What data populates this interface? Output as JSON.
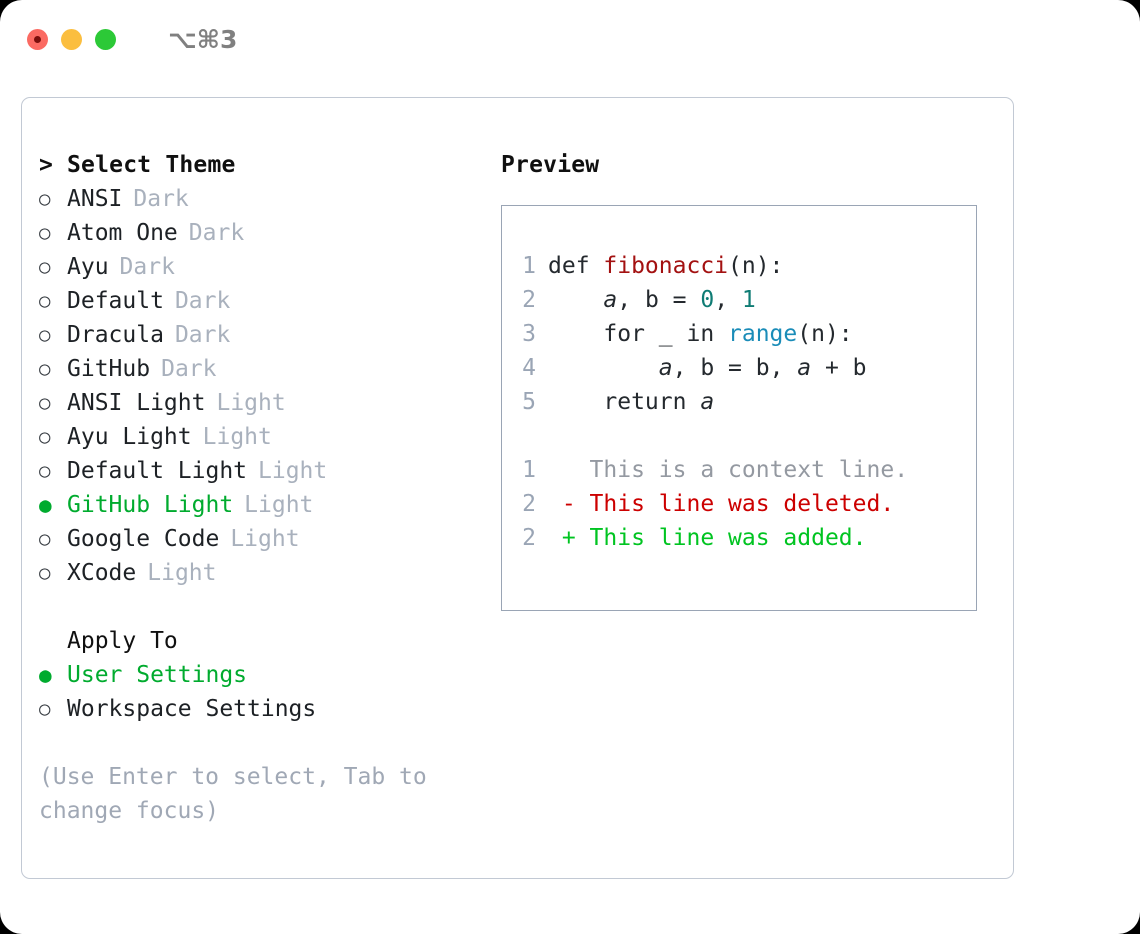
{
  "window": {
    "shortcut": "⌥⌘3",
    "traffic_lights": [
      {
        "name": "close-button",
        "color": "#fb6a62"
      },
      {
        "name": "minimize-button",
        "color": "#fbbe3f"
      },
      {
        "name": "maximize-button",
        "color": "#2cc937"
      }
    ]
  },
  "theme_selector": {
    "heading": "Select Theme",
    "caret": ">",
    "bullet_empty": "○",
    "bullet_filled": "●",
    "items": [
      {
        "label": "ANSI",
        "tag": "Dark",
        "selected": false
      },
      {
        "label": "Atom One",
        "tag": "Dark",
        "selected": false
      },
      {
        "label": "Ayu",
        "tag": "Dark",
        "selected": false
      },
      {
        "label": "Default",
        "tag": "Dark",
        "selected": false
      },
      {
        "label": "Dracula",
        "tag": "Dark",
        "selected": false
      },
      {
        "label": "GitHub",
        "tag": "Dark",
        "selected": false
      },
      {
        "label": "ANSI Light",
        "tag": "Light",
        "selected": false
      },
      {
        "label": "Ayu Light",
        "tag": "Light",
        "selected": false
      },
      {
        "label": "Default Light",
        "tag": "Light",
        "selected": false
      },
      {
        "label": "GitHub Light",
        "tag": "Light",
        "selected": true
      },
      {
        "label": "Google Code",
        "tag": "Light",
        "selected": false
      },
      {
        "label": "XCode",
        "tag": "Light",
        "selected": false
      }
    ]
  },
  "apply_to": {
    "heading": "Apply To",
    "items": [
      {
        "label": "User Settings",
        "selected": true
      },
      {
        "label": "Workspace Settings",
        "selected": false
      }
    ]
  },
  "hint": "(Use Enter to select, Tab to change focus)",
  "preview": {
    "title": "Preview",
    "code_lines": [
      {
        "no": "1",
        "tokens": [
          {
            "t": "def ",
            "c": "plain"
          },
          {
            "t": "fibonacci",
            "c": "fn"
          },
          {
            "t": "(n):",
            "c": "plain"
          }
        ]
      },
      {
        "no": "2",
        "tokens": [
          {
            "t": "    ",
            "c": "plain"
          },
          {
            "t": "a",
            "c": "var"
          },
          {
            "t": ", ",
            "c": "plain"
          },
          {
            "t": "b",
            "c": "plain"
          },
          {
            "t": " = ",
            "c": "plain"
          },
          {
            "t": "0",
            "c": "num"
          },
          {
            "t": ", ",
            "c": "plain"
          },
          {
            "t": "1",
            "c": "num"
          }
        ]
      },
      {
        "no": "3",
        "tokens": [
          {
            "t": "    for _ in ",
            "c": "plain"
          },
          {
            "t": "range",
            "c": "call"
          },
          {
            "t": "(n):",
            "c": "plain"
          }
        ]
      },
      {
        "no": "4",
        "tokens": [
          {
            "t": "        ",
            "c": "plain"
          },
          {
            "t": "a",
            "c": "var"
          },
          {
            "t": ", b = b, ",
            "c": "plain"
          },
          {
            "t": "a",
            "c": "var"
          },
          {
            "t": " + b",
            "c": "plain"
          }
        ]
      },
      {
        "no": "5",
        "tokens": [
          {
            "t": "    return ",
            "c": "plain"
          },
          {
            "t": "a",
            "c": "var"
          }
        ]
      }
    ],
    "diff_lines": [
      {
        "no": "1",
        "marker": " ",
        "text": " This is a context line.",
        "kind": "ctx"
      },
      {
        "no": "2",
        "marker": "-",
        "text": " This line was deleted.",
        "kind": "del"
      },
      {
        "no": "2",
        "marker": "+",
        "text": " This line was added.",
        "kind": "add"
      }
    ]
  },
  "colors": {
    "selected_green": "#00ab2e",
    "tag_gray": "#a9b1bd",
    "hint_gray": "#a0a8b5",
    "code_fg": "#24292e",
    "fn_red": "#a31111",
    "num_teal": "#0f7c74",
    "call_blue": "#1a8cb8",
    "diff_del_red": "#cc0000",
    "diff_add_green": "#00c421",
    "panel_border": "#c2c9d4",
    "preview_border": "#9aa5b5"
  }
}
